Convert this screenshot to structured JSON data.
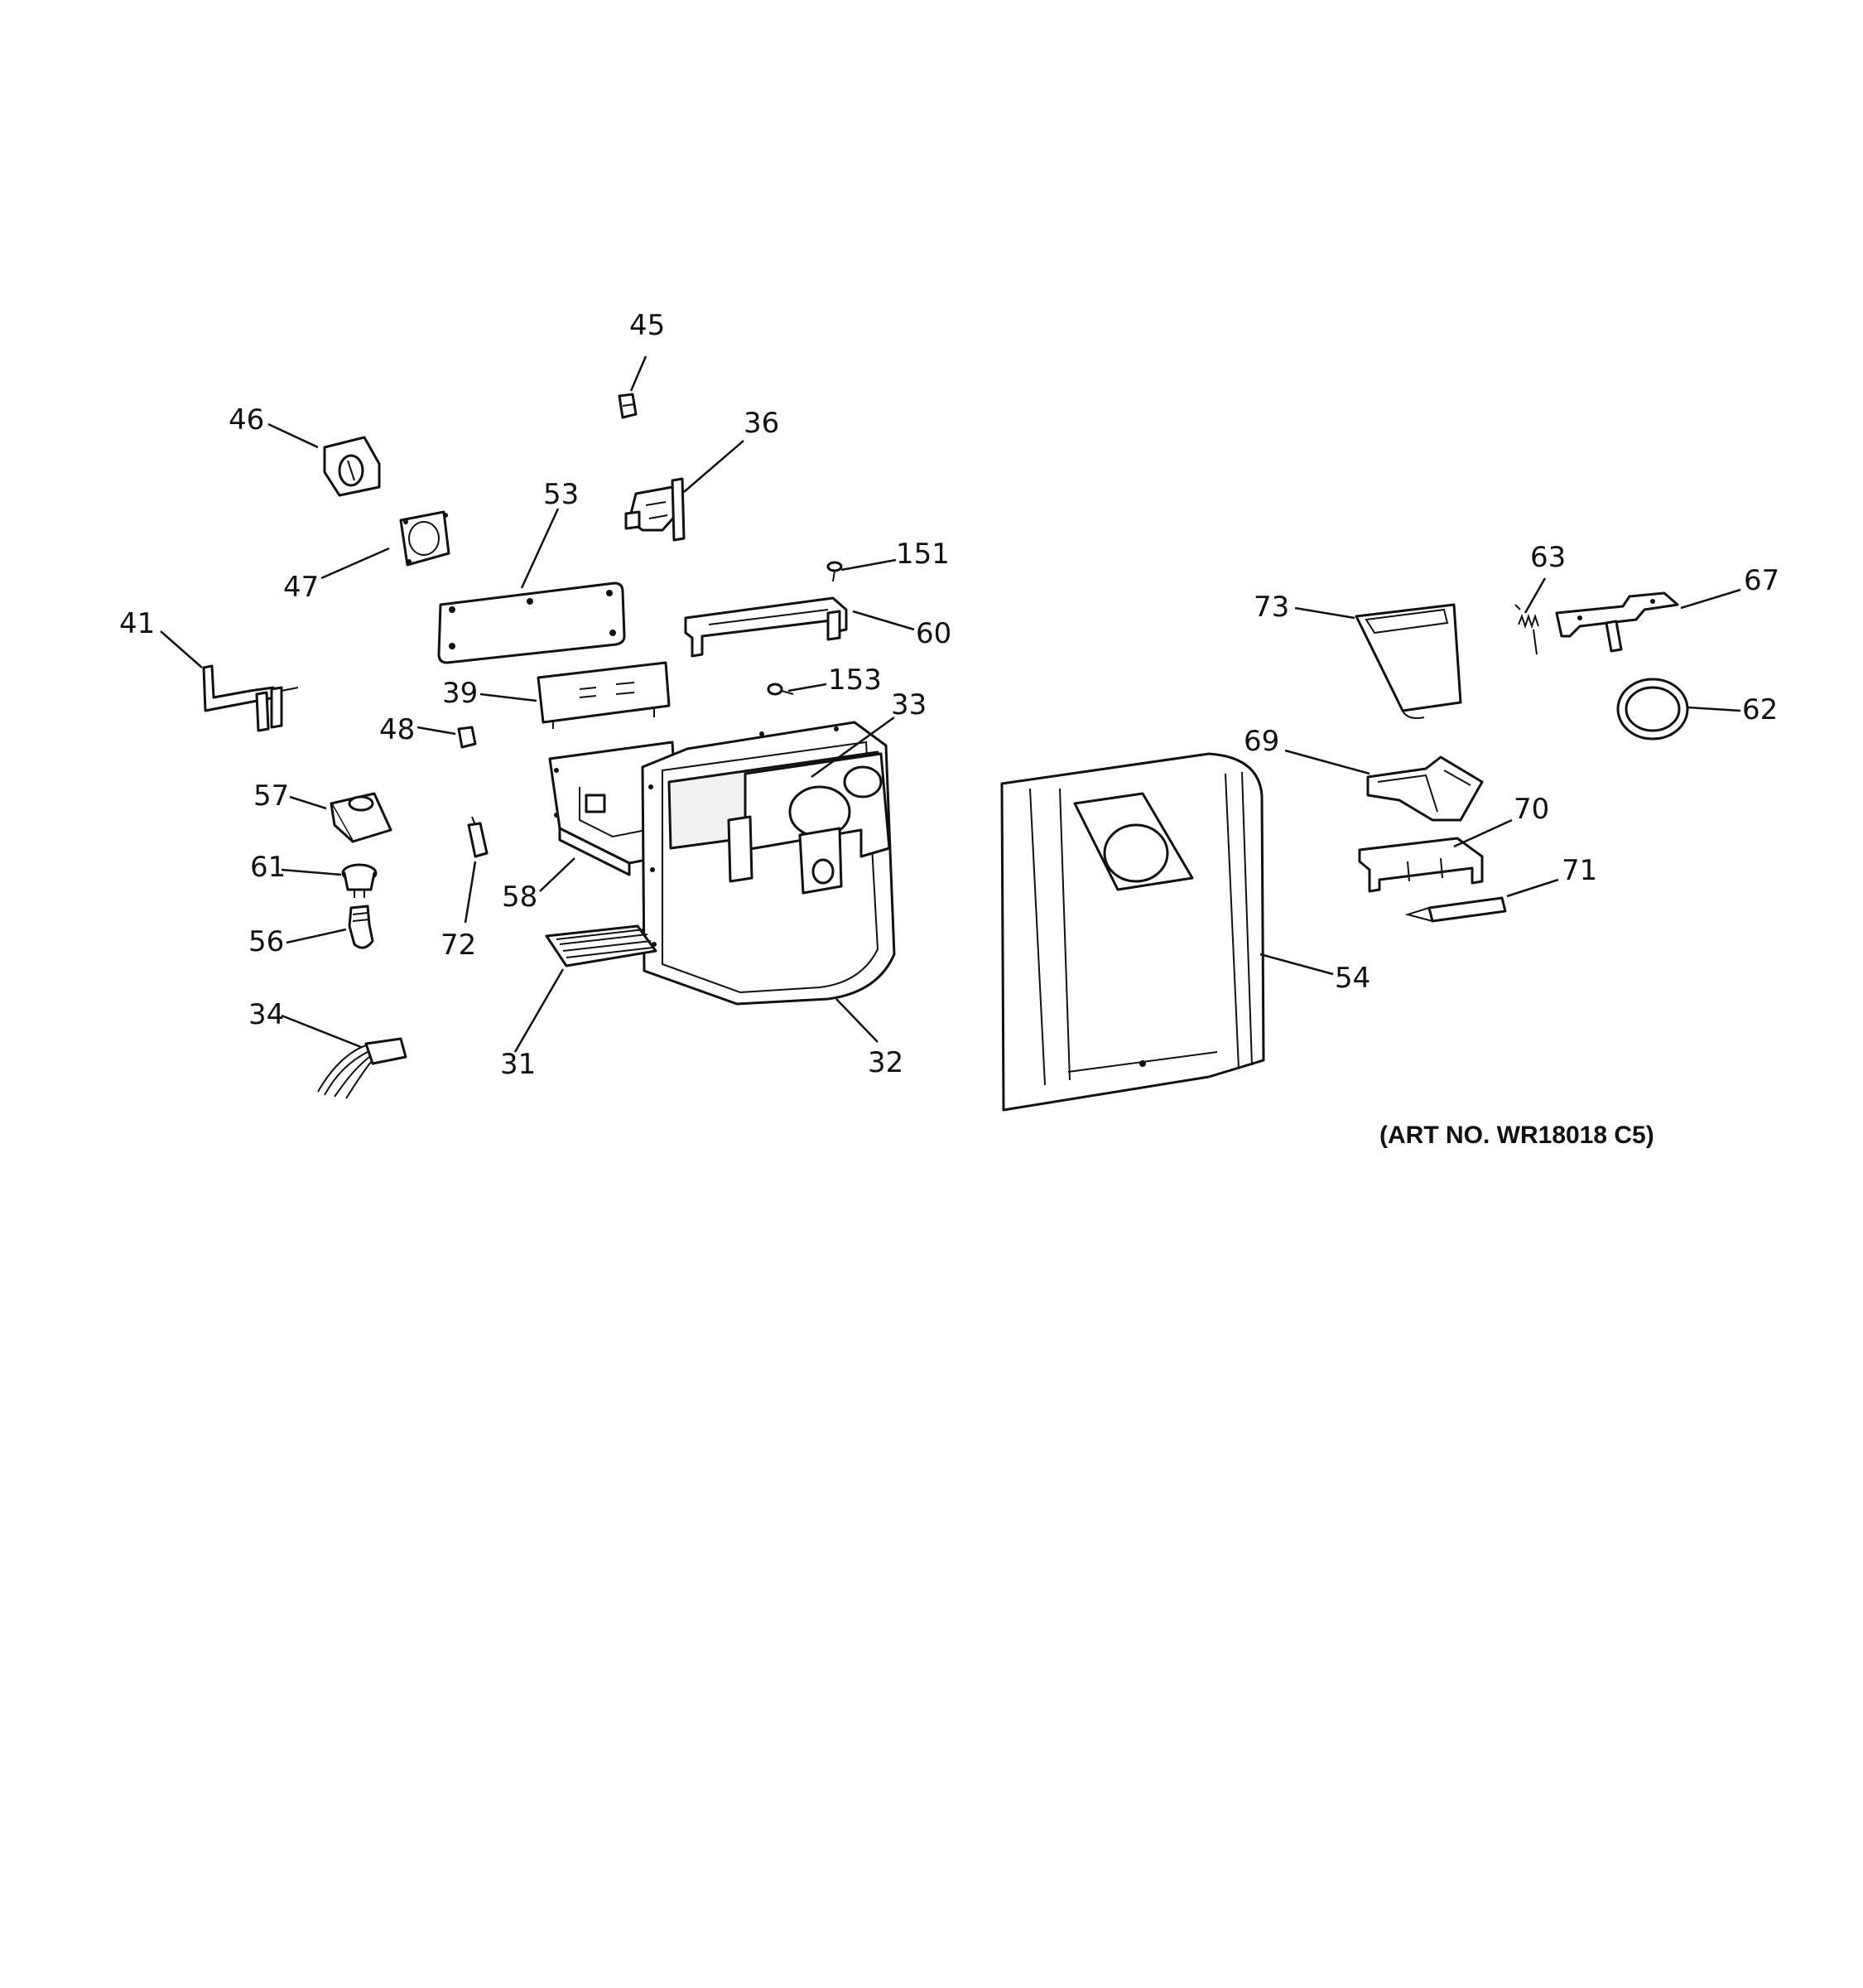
{
  "diagram": {
    "art_number": "(ART NO. WR18018 C5)",
    "callouts": {
      "p31": "31",
      "p32": "32",
      "p33": "33",
      "p34": "34",
      "p36": "36",
      "p39": "39",
      "p41": "41",
      "p45": "45",
      "p46": "46",
      "p47": "47",
      "p48": "48",
      "p53": "53",
      "p54": "54",
      "p56": "56",
      "p57": "57",
      "p58": "58",
      "p60": "60",
      "p61": "61",
      "p62": "62",
      "p63": "63",
      "p67": "67",
      "p69": "69",
      "p70": "70",
      "p71": "71",
      "p72": "72",
      "p73": "73",
      "p151": "151",
      "p153": "153"
    }
  }
}
